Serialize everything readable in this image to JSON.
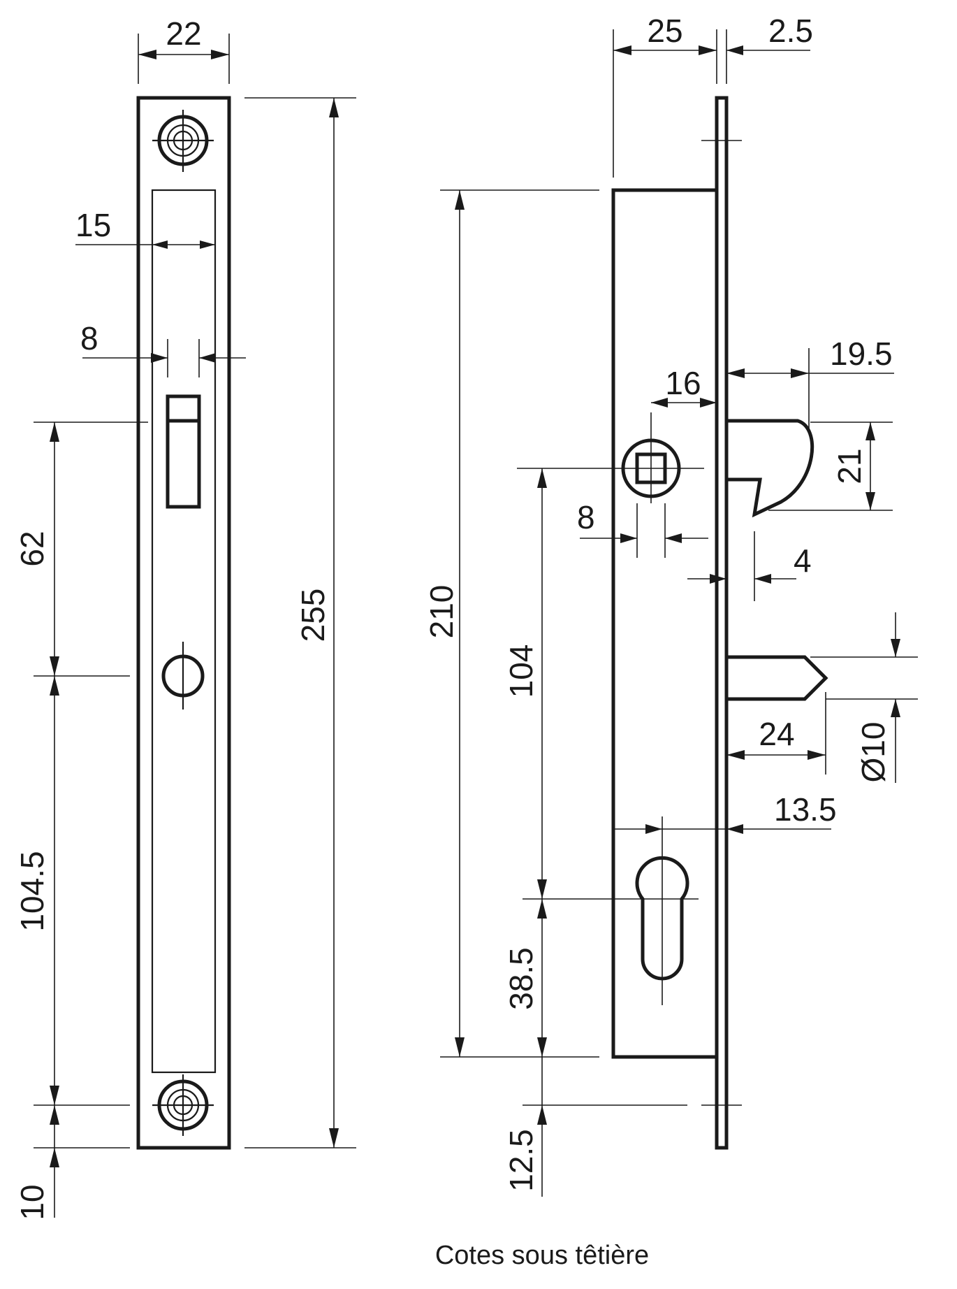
{
  "front_view": {
    "dims": {
      "faceplate_width": "22",
      "opening_width": "15",
      "latch_width": "8",
      "latch_to_center": "62",
      "center_to_screw": "104.5",
      "screw_to_end": "10",
      "total_length": "255"
    }
  },
  "side_view": {
    "dims": {
      "backset": "25",
      "faceplate_thickness": "2.5",
      "body_length": "210",
      "spindle_to_cylinder": "104",
      "cylinder_to_bottom": "38.5",
      "bottom_offset": "12.5",
      "spindle_offset": "16",
      "spindle_square": "8",
      "hook_projection": "19.5",
      "hook_height": "21",
      "hook_gap": "4",
      "bolt_projection": "24",
      "bolt_diameter": "Ø10",
      "cylinder_axis": "13.5"
    }
  },
  "caption": "Cotes sous têtière"
}
